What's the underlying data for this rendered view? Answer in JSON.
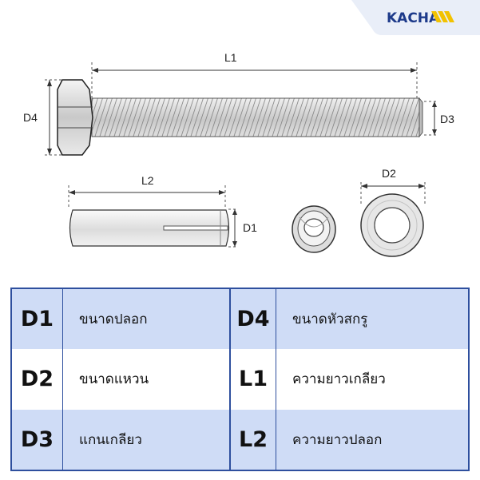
{
  "logo": {
    "text": "KACHA"
  },
  "dimensions": {
    "L1": "L1",
    "L2": "L2",
    "D1": "D1",
    "D2": "D2",
    "D3": "D3",
    "D4": "D4"
  },
  "legend": {
    "rows": [
      {
        "left_code": "D1",
        "left_desc": "ขนาดปลอก",
        "right_code": "D4",
        "right_desc": "ขนาดหัวสกรู"
      },
      {
        "left_code": "D2",
        "left_desc": "ขนาดแหวน",
        "right_code": "L1",
        "right_desc": "ความยาวเกลียว"
      },
      {
        "left_code": "D3",
        "left_desc": "แกนเกลียว",
        "right_code": "L2",
        "right_desc": "ความยาวปลอก"
      }
    ]
  },
  "colors": {
    "accent": "#1d3a8a",
    "highlight": "#f2c200",
    "shade": "#cfdcf6",
    "border": "#2e4f9e"
  }
}
